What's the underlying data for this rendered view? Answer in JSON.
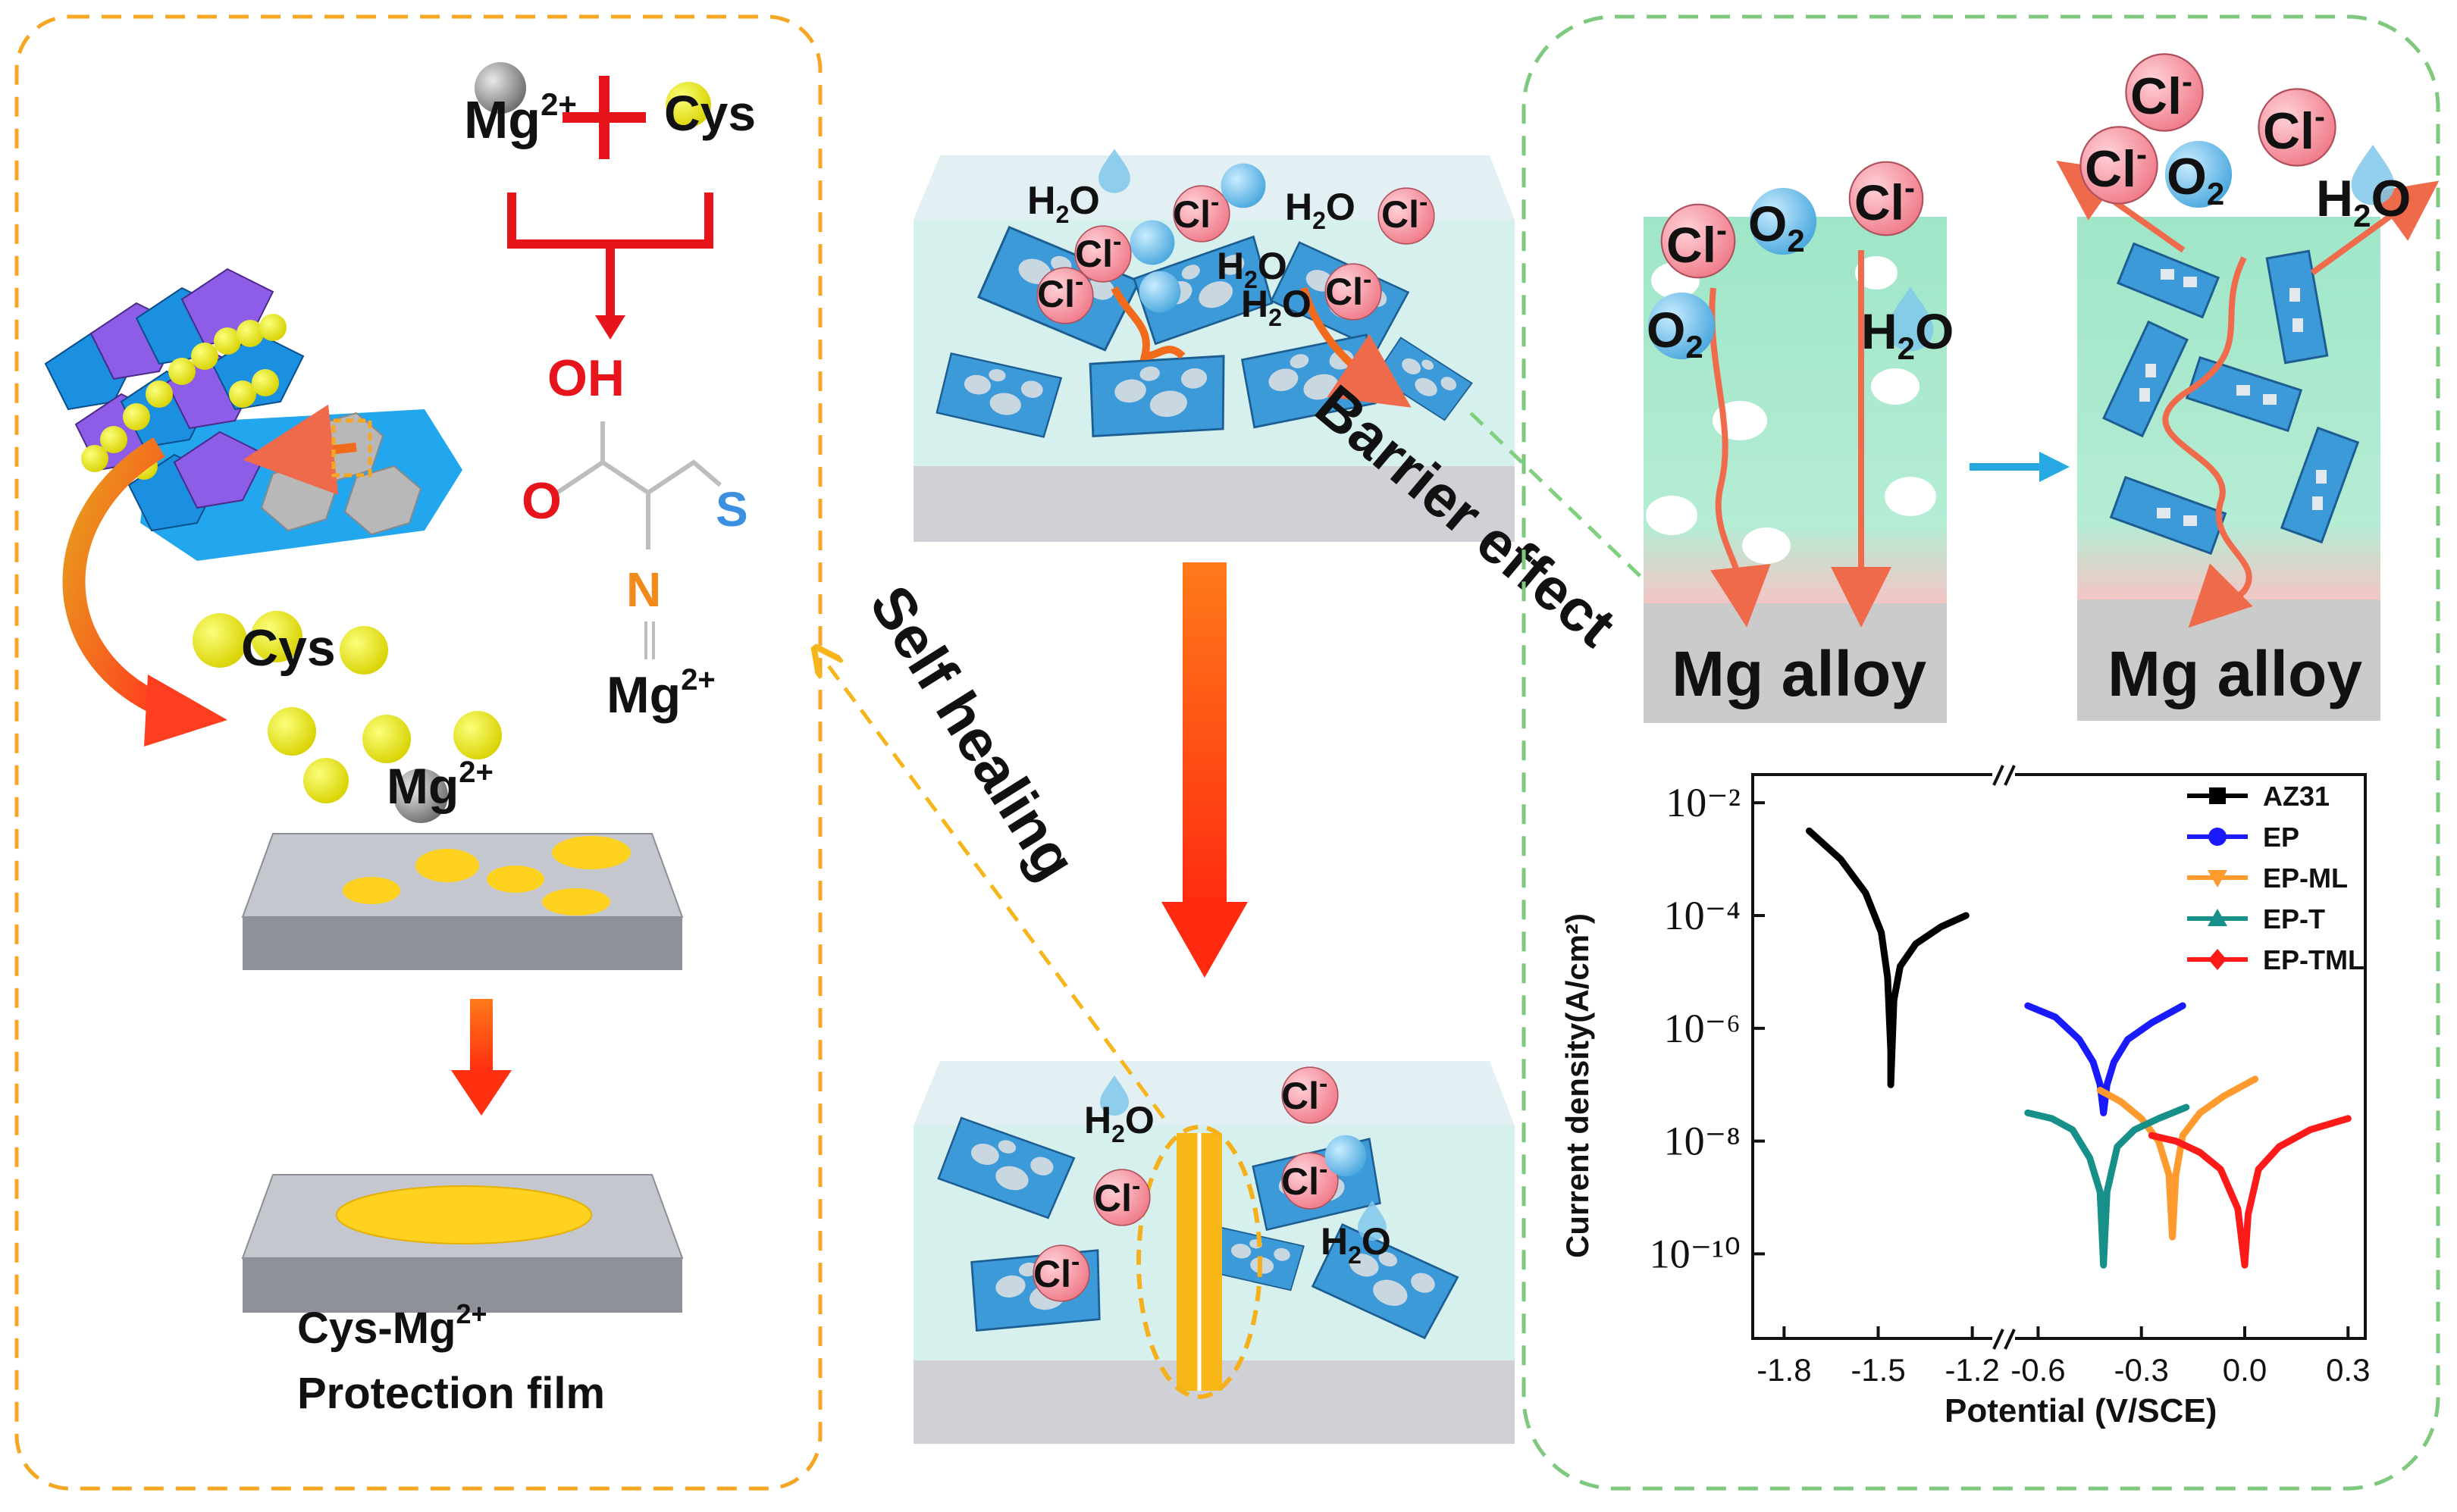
{
  "left_panel": {
    "reaction": {
      "mg_ion": "Mg",
      "mg_charge": "2+",
      "plus": "+",
      "cys": "Cys"
    },
    "molecule": {
      "oh": "OH",
      "o": "O",
      "s": "S",
      "n": "N",
      "mg_ion": "Mg",
      "mg_charge": "2+"
    },
    "cys_cluster": "Cys",
    "mg_free": {
      "text": "Mg",
      "charge": "2+"
    },
    "film_label": {
      "line1": "Cys-Mg",
      "line1_charge": "2+",
      "line2": "Protection film"
    }
  },
  "center_panel": {
    "self_healing": "Self healing",
    "barrier_effect": "Barrier effect",
    "top_species": {
      "h2o": "H",
      "sub2": "2",
      "o": "O",
      "cl": "Cl",
      "minus": "-"
    }
  },
  "right_panel": {
    "mg_alloy_left": "Mg alloy",
    "mg_alloy_right": "Mg alloy"
  },
  "chart_data": {
    "type": "line",
    "title": "",
    "xlabel": "Potential (V/SCE)",
    "ylabel": "Current density(A/cm²)",
    "x_scale": "broken linear",
    "y_scale": "log",
    "x_ticks": [
      "-1.8",
      "-1.5",
      "-1.2",
      "-0.6",
      "-0.3",
      "0.0",
      "0.3"
    ],
    "y_ticks": [
      "10⁻²",
      "10⁻⁴",
      "10⁻⁶",
      "10⁻⁸",
      "10⁻¹⁰"
    ],
    "xlim_left_segment": [
      -1.9,
      -1.1
    ],
    "xlim_right_segment": [
      -0.7,
      0.35
    ],
    "ylim_log10": [
      -11.5,
      -1.5
    ],
    "legend_position": "top-right",
    "series": [
      {
        "name": "AZ31",
        "color": "#000000",
        "marker": "square",
        "ecorr": -1.46,
        "icorr_log": -5.4,
        "x": [
          -1.72,
          -1.62,
          -1.54,
          -1.49,
          -1.47,
          -1.46,
          -1.46,
          -1.45,
          -1.43,
          -1.38,
          -1.3,
          -1.22
        ],
        "y_log": [
          -2.5,
          -3.0,
          -3.6,
          -4.3,
          -5.1,
          -6.4,
          -7.0,
          -5.5,
          -4.9,
          -4.5,
          -4.2,
          -4.0
        ]
      },
      {
        "name": "EP",
        "color": "#1a1aff",
        "marker": "circle",
        "ecorr": -0.41,
        "icorr_log": -7.0,
        "x": [
          -0.63,
          -0.55,
          -0.48,
          -0.44,
          -0.42,
          -0.41,
          -0.4,
          -0.38,
          -0.34,
          -0.27,
          -0.18
        ],
        "y_log": [
          -5.6,
          -5.8,
          -6.2,
          -6.6,
          -7.0,
          -7.5,
          -7.0,
          -6.6,
          -6.2,
          -5.9,
          -5.6
        ]
      },
      {
        "name": "EP-ML",
        "color": "#ff9a2e",
        "marker": "triangle-down",
        "ecorr": -0.21,
        "icorr_log": -7.8,
        "x": [
          -0.42,
          -0.36,
          -0.3,
          -0.25,
          -0.22,
          -0.21,
          -0.2,
          -0.18,
          -0.13,
          -0.06,
          0.03
        ],
        "y_log": [
          -7.1,
          -7.3,
          -7.6,
          -8.0,
          -8.6,
          -9.7,
          -8.6,
          -7.9,
          -7.5,
          -7.2,
          -6.9
        ]
      },
      {
        "name": "EP-T",
        "color": "#18908a",
        "marker": "triangle",
        "ecorr": -0.41,
        "icorr_log": -8.1,
        "x": [
          -0.63,
          -0.56,
          -0.5,
          -0.45,
          -0.42,
          -0.41,
          -0.4,
          -0.37,
          -0.32,
          -0.25,
          -0.17
        ],
        "y_log": [
          -7.5,
          -7.6,
          -7.8,
          -8.3,
          -8.9,
          -10.2,
          -8.9,
          -8.1,
          -7.8,
          -7.6,
          -7.4
        ]
      },
      {
        "name": "EP-TML",
        "color": "#ff1a1a",
        "marker": "diamond",
        "ecorr": 0.0,
        "icorr_log": -8.6,
        "x": [
          -0.27,
          -0.2,
          -0.13,
          -0.07,
          -0.02,
          0.0,
          0.01,
          0.04,
          0.1,
          0.19,
          0.3
        ],
        "y_log": [
          -7.9,
          -8.0,
          -8.2,
          -8.5,
          -9.2,
          -10.2,
          -9.3,
          -8.5,
          -8.1,
          -7.8,
          -7.6
        ]
      }
    ]
  },
  "colors": {
    "left_border": "#f5a623",
    "right_border": "#7fc97f",
    "arrow_orange": "#f26b1d",
    "arrow_yellow": "#ffd400",
    "cl_ion": "#f58f9b",
    "o2_ion": "#5ab7e6",
    "substrate": "#9a9ca6",
    "film_yellow": "#ffd21f"
  },
  "icons": [
    "water-drop-icon",
    "chloride-ion-icon",
    "oxygen-molecule-icon",
    "magnesium-ion-icon",
    "cysteine-bead-icon"
  ]
}
